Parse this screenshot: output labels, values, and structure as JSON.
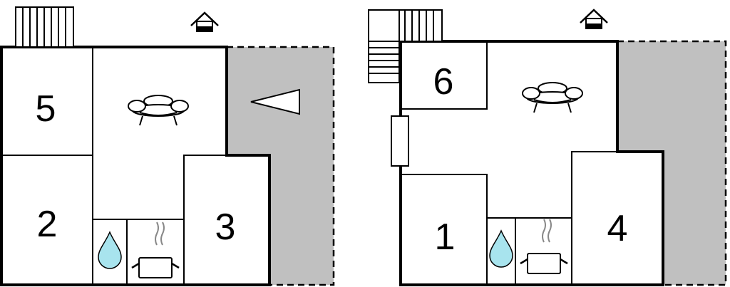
{
  "floors": [
    {
      "rooms": [
        {
          "id": "room-5",
          "label": "5"
        },
        {
          "id": "room-2",
          "label": "2"
        },
        {
          "id": "room-3",
          "label": "3"
        }
      ],
      "icons": [
        "stairs-icon",
        "entrance-house-icon",
        "sofa-icon",
        "water-drop-icon",
        "cooking-pot-icon",
        "direction-triangle-icon"
      ]
    },
    {
      "rooms": [
        {
          "id": "room-6",
          "label": "6"
        },
        {
          "id": "room-1",
          "label": "1"
        },
        {
          "id": "room-4",
          "label": "4"
        }
      ],
      "icons": [
        "stairs-icon",
        "entrance-house-icon",
        "sofa-icon",
        "water-drop-icon",
        "cooking-pot-icon",
        "window-icon"
      ]
    }
  ],
  "colors": {
    "wall": "#000000",
    "terrace": "#c0c0c0",
    "water": "#a8e4ee",
    "steam": "#888888"
  }
}
